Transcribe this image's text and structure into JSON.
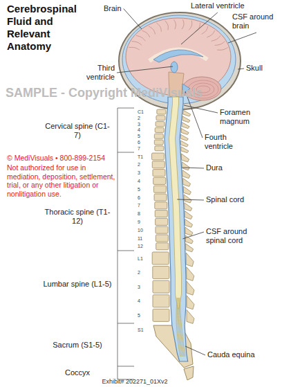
{
  "diagram": {
    "title": "Cerebrospinal Fluid and Relevant Anatomy",
    "labels": [
      "Brain",
      "Lateral ventricle",
      "CSF around brain",
      "Third ventricle",
      "Skull",
      "Foramen magnum",
      "Fourth ventricle",
      "Dura",
      "Spinal cord",
      "CSF around spinal cord",
      "Cauda equina",
      "Cervical spine (C1-7)",
      "Thoracic spine (T1-12)",
      "Lumbar spine (L1-5)",
      "Sacrum (S1-5)",
      "Coccyx",
      "© MediVisuals • 800-899-2154",
      "Not authorized for use in mediation, deposition, settlement, trial, or any other litigation or nonlitigation use.",
      "SAMPLE - Copyright MediVisuals",
      "Exhibit# 202271_01Xv2",
      "C1",
      "2",
      "3",
      "4",
      "5",
      "6",
      "7",
      "T1",
      "2",
      "3",
      "4",
      "5",
      "6",
      "7",
      "8",
      "9",
      "10",
      "11",
      "12",
      "L1",
      "2",
      "3",
      "4",
      "5",
      "S1"
    ]
  }
}
